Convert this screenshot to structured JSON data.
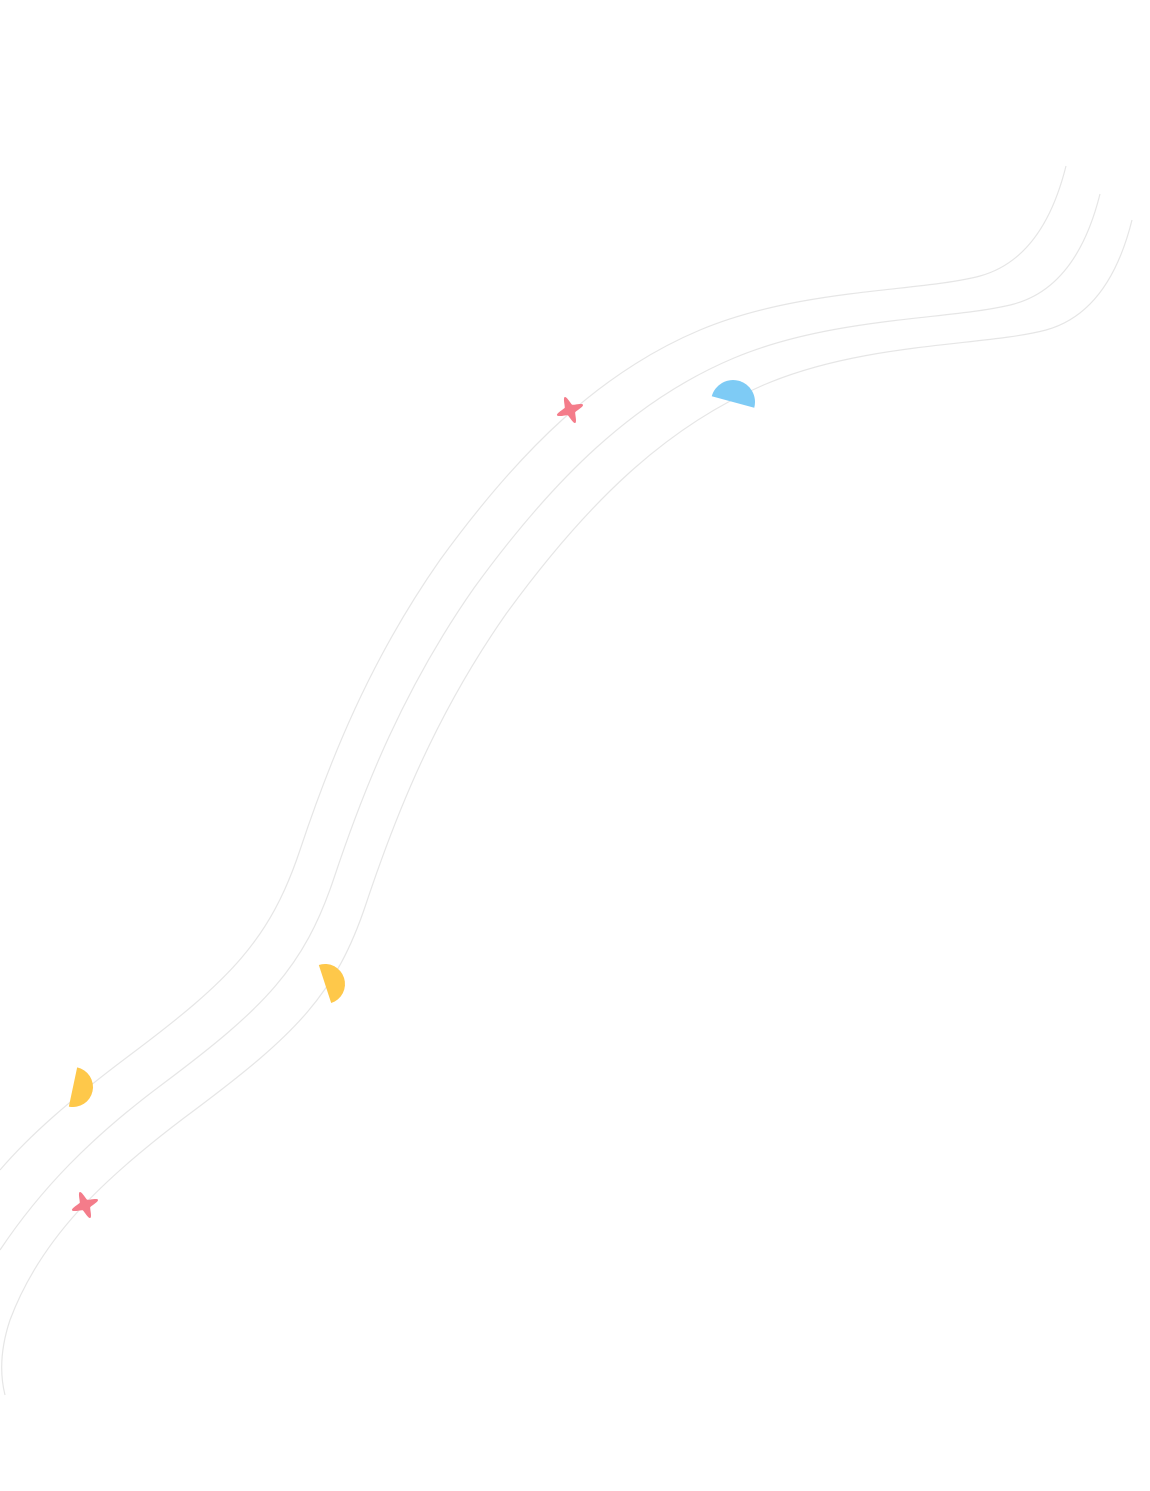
{
  "colors": {
    "background": "#ffffff",
    "line": "#e6e6e6",
    "sparkle": "#f47c8a",
    "half_circle_yellow": "#fec84a",
    "half_circle_blue": "#7ecbf5"
  },
  "decorations": [
    {
      "name": "sparkle-icon",
      "color": "sparkle"
    },
    {
      "name": "half-circle-icon",
      "color": "half_circle_blue"
    },
    {
      "name": "half-circle-icon",
      "color": "half_circle_yellow"
    },
    {
      "name": "half-circle-icon",
      "color": "half_circle_yellow"
    },
    {
      "name": "sparkle-icon",
      "color": "sparkle"
    }
  ]
}
